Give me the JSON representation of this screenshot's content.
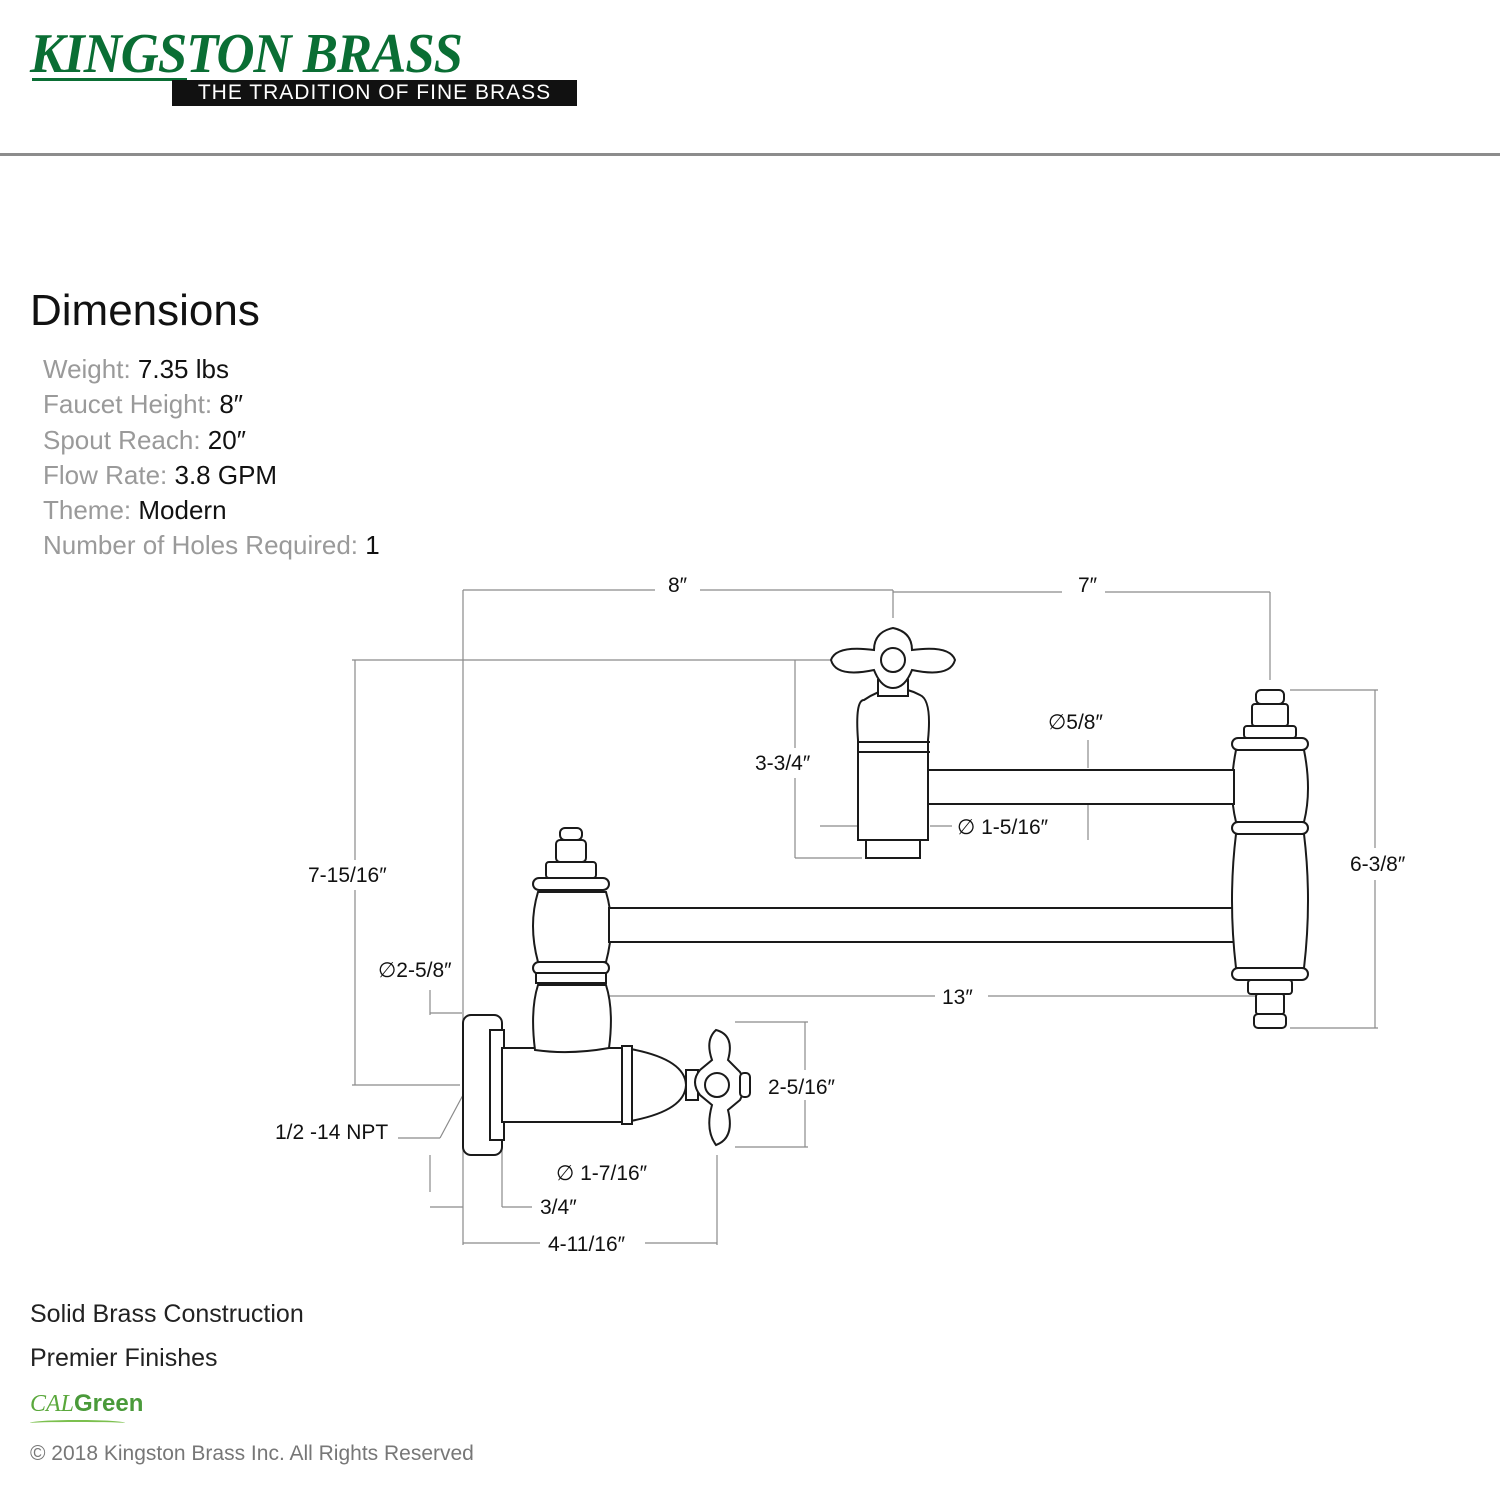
{
  "brand": {
    "name": "KINGSTON BRASS",
    "tagline": "THE TRADITION OF FINE BRASS",
    "color": "#0a6e34"
  },
  "dimensions": {
    "title": "Dimensions",
    "specs": [
      {
        "label": "Weight: ",
        "value": "7.35 lbs"
      },
      {
        "label": "Faucet Height: ",
        "value": "8″"
      },
      {
        "label": "Spout Reach: ",
        "value": "20″"
      },
      {
        "label": "Flow Rate: ",
        "value": "3.8 GPM"
      },
      {
        "label": "Theme: ",
        "value": "Modern"
      },
      {
        "label": "Number of Holes Required: ",
        "value": "1"
      }
    ]
  },
  "drawing": {
    "labels": {
      "top_left_width": "8″",
      "top_right_width": "7″",
      "spout_diameter": "∅5/8″",
      "handle_height": "3-3/4″",
      "body_diameter": "∅ 1-5/16″",
      "overall_height": "7-15/16″",
      "right_height": "6-3/8″",
      "flange_diameter": "∅2-5/8″",
      "lower_arm": "13″",
      "cross_handle": "2-5/16″",
      "thread": "1/2 -14 NPT",
      "valve_diameter": "∅ 1-7/16″",
      "flange_depth": "3/4″",
      "projection": "4-11/16″"
    }
  },
  "features": {
    "line1": "Solid Brass Construction",
    "line2": "Premier Finishes",
    "calgreen_cal": "CAL",
    "calgreen_green": "Green",
    "copyright": "© 2018 Kingston Brass Inc. All Rights Reserved"
  }
}
